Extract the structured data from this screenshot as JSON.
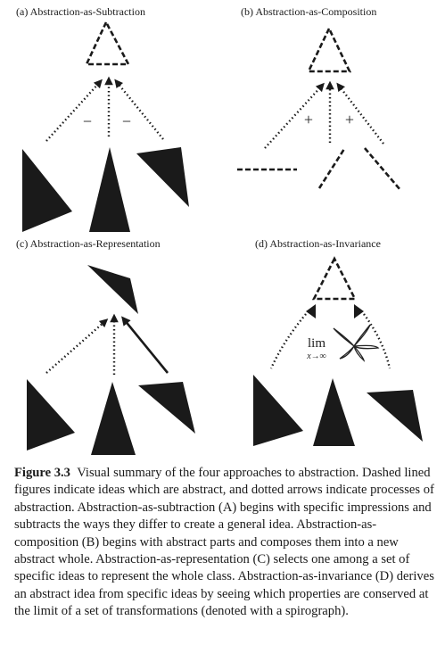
{
  "panels": {
    "a": {
      "title": "(a) Abstraction-as-Subtraction",
      "op_symbol": "−"
    },
    "b": {
      "title": "(b) Abstraction-as-Composition",
      "op_symbol": "+"
    },
    "c": {
      "title": "(c) Abstraction-as-Representation"
    },
    "d": {
      "title": "(d) Abstraction-as-Invariance",
      "lim_text": "lim",
      "lim_subscript": "x→∞"
    }
  },
  "caption": {
    "label": "Figure 3.3",
    "text": "Visual summary of the four approaches to abstraction. Dashed lined figures indicate ideas which are abstract, and dotted arrows indicate processes of abstraction. Abstraction-as-subtraction (A) begins with specific impressions and subtracts the ways they differ to create a general idea. Abstraction-as-composition (B) begins with abstract parts and composes them into a new abstract whole. Abstraction-as-representation (C) selects one among a set of specific ideas to represent the whole class. Abstraction-as-invariance (D) derives an abstract idea from specific ideas by seeing which properties are conserved at the limit of a set of transformations (denoted with a spirograph)."
  },
  "colors": {
    "ink": "#1a1a1a"
  }
}
